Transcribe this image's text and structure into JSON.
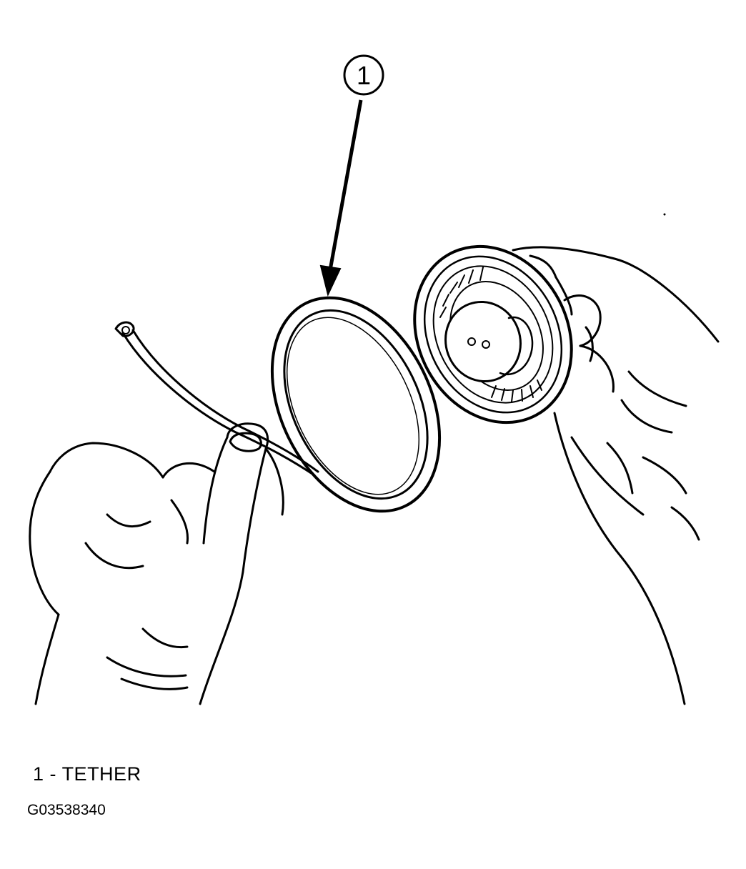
{
  "callout": {
    "number": "1"
  },
  "legend": {
    "items": [
      {
        "number": "1",
        "separator": "-",
        "label": "TETHER"
      }
    ]
  },
  "figure_id": "G03538340"
}
